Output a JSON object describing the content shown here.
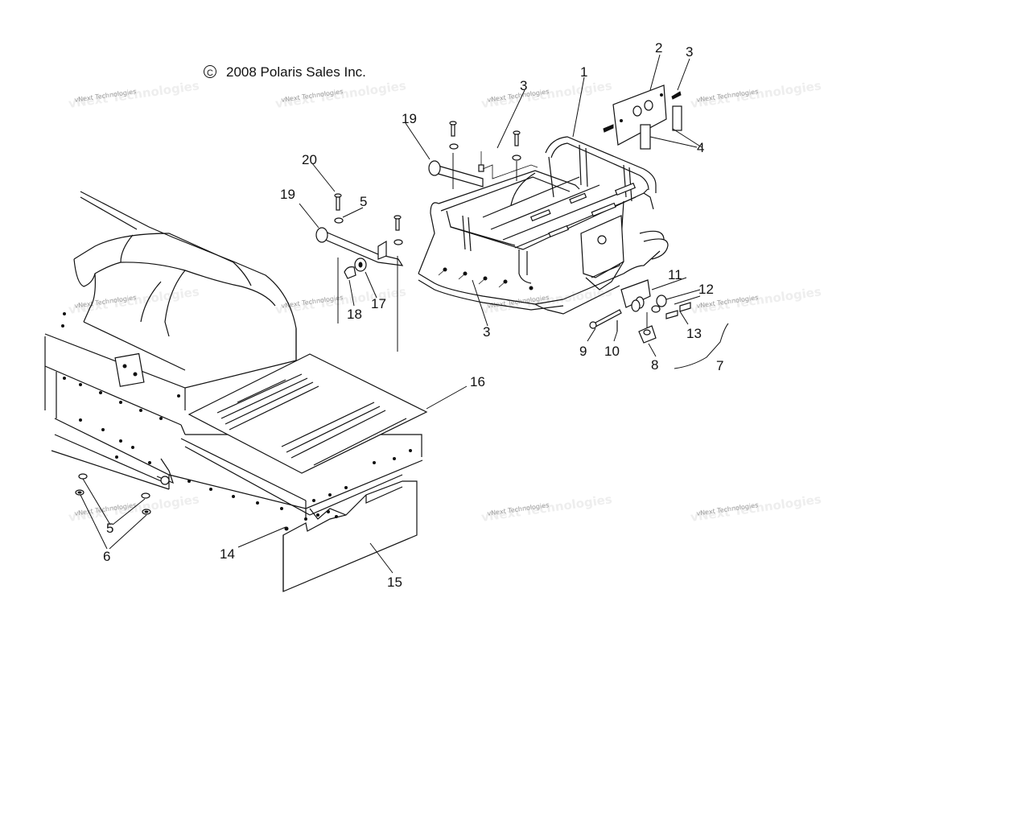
{
  "copyright": {
    "symbol": "©",
    "text": "2008 Polaris Sales Inc."
  },
  "watermark": {
    "text": "vNext Technologies"
  },
  "callouts": [
    {
      "id": "c1",
      "label": "1"
    },
    {
      "id": "c2",
      "label": "2"
    },
    {
      "id": "c3a",
      "label": "3"
    },
    {
      "id": "c3b",
      "label": "3"
    },
    {
      "id": "c3c",
      "label": "3"
    },
    {
      "id": "c4",
      "label": "4"
    },
    {
      "id": "c5a",
      "label": "5"
    },
    {
      "id": "c5b",
      "label": "5"
    },
    {
      "id": "c6",
      "label": "6"
    },
    {
      "id": "c7",
      "label": "7"
    },
    {
      "id": "c8",
      "label": "8"
    },
    {
      "id": "c9",
      "label": "9"
    },
    {
      "id": "c10",
      "label": "10"
    },
    {
      "id": "c11",
      "label": "11"
    },
    {
      "id": "c12",
      "label": "12"
    },
    {
      "id": "c13",
      "label": "13"
    },
    {
      "id": "c14",
      "label": "14"
    },
    {
      "id": "c15",
      "label": "15"
    },
    {
      "id": "c16",
      "label": "16"
    },
    {
      "id": "c17",
      "label": "17"
    },
    {
      "id": "c18",
      "label": "18"
    },
    {
      "id": "c19a",
      "label": "19"
    },
    {
      "id": "c19b",
      "label": "19"
    },
    {
      "id": "c20",
      "label": "20"
    }
  ]
}
